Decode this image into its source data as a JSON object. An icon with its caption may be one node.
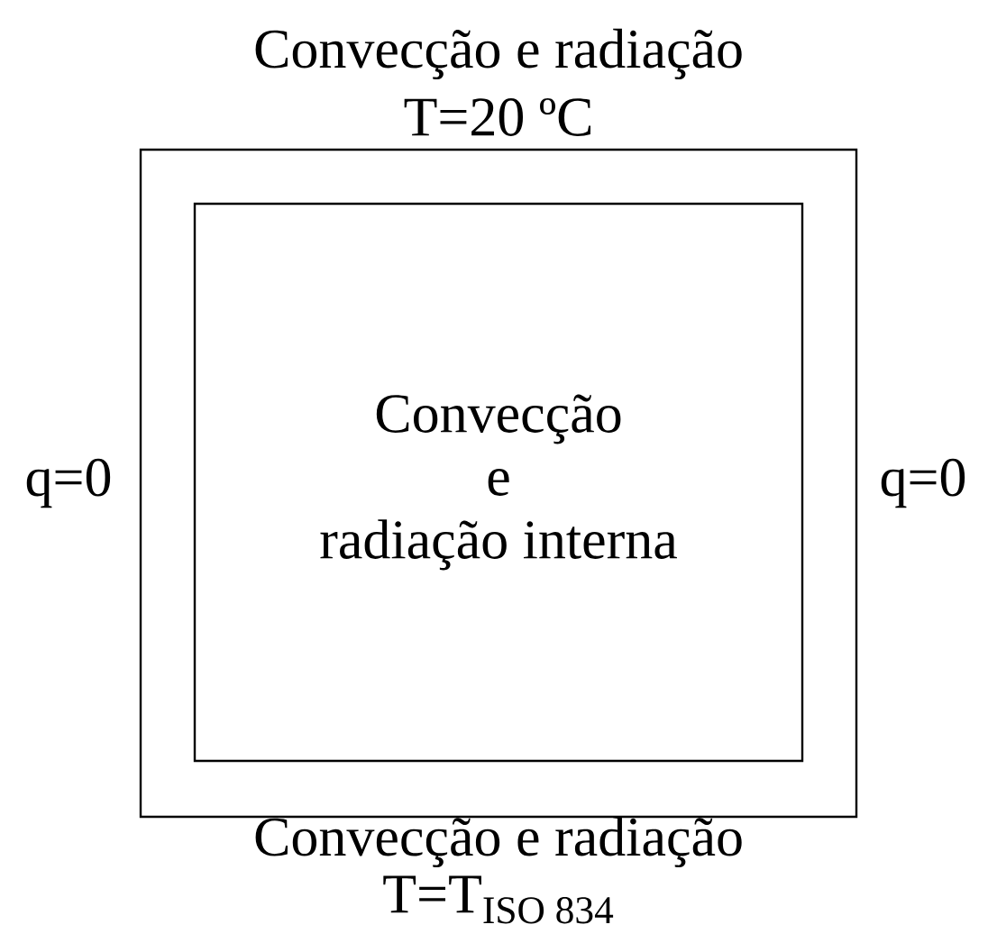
{
  "diagram": {
    "nodes": [
      {
        "text": [],
        "shape": "box",
        "beside": [
          "Convecção e radiação",
          "T=20 ºC",
          "q=0",
          "q=0",
          "Convecção e radiação",
          "T=T$_{ISO 834}$"
        ]
      },
      {
        "text": [
          "Convecção e radiação interna"
        ],
        "in": 0
      }
    ]
  }
}
